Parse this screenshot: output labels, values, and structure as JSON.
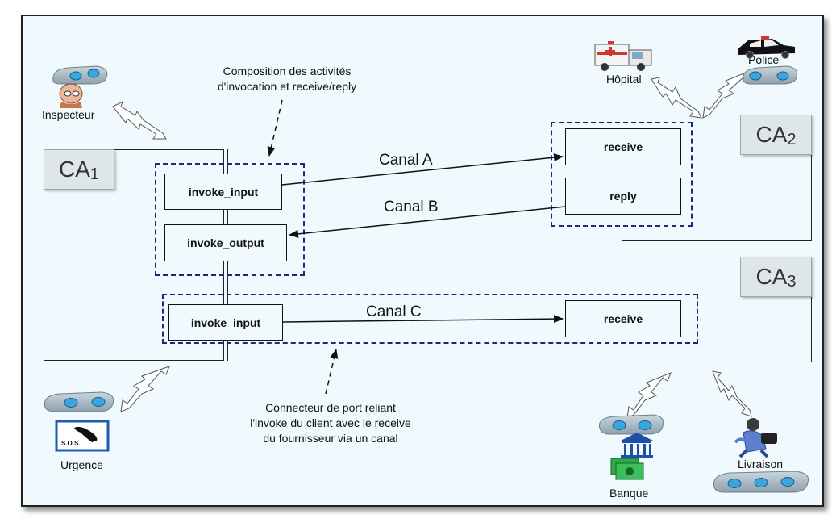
{
  "ca1": {
    "prefix": "CA",
    "sub": "1"
  },
  "ca2": {
    "prefix": "CA",
    "sub": "2"
  },
  "ca3": {
    "prefix": "CA",
    "sub": "3"
  },
  "activities": {
    "invoke_input_top": "invoke_input",
    "invoke_output": "invoke_output",
    "invoke_input_bottom": "invoke_input",
    "receive_ca2": "receive",
    "reply_ca2": "reply",
    "receive_ca3": "receive"
  },
  "channels": {
    "a": "Canal A",
    "b": "Canal B",
    "c": "Canal C"
  },
  "annotations": {
    "composition_line1": "Composition des activités",
    "composition_line2": "d'invocation et receive/reply",
    "connector_line1": "Connecteur de port reliant",
    "connector_line2": "l'invoke du client avec le receive",
    "connector_line3": "du fournisseur via un canal"
  },
  "actors": {
    "inspecteur": "Inspecteur",
    "hopital": "Hôpital",
    "police": "Police",
    "urgence": "Urgence",
    "banque": "Banque",
    "livraison": "Livraison"
  },
  "sos_text": "S.O.S.",
  "colors": {
    "background": "#f0f9fd",
    "dashed_border": "#1a2a7a",
    "device": "#9fb3c0",
    "device_button": "#3aa6e0"
  }
}
